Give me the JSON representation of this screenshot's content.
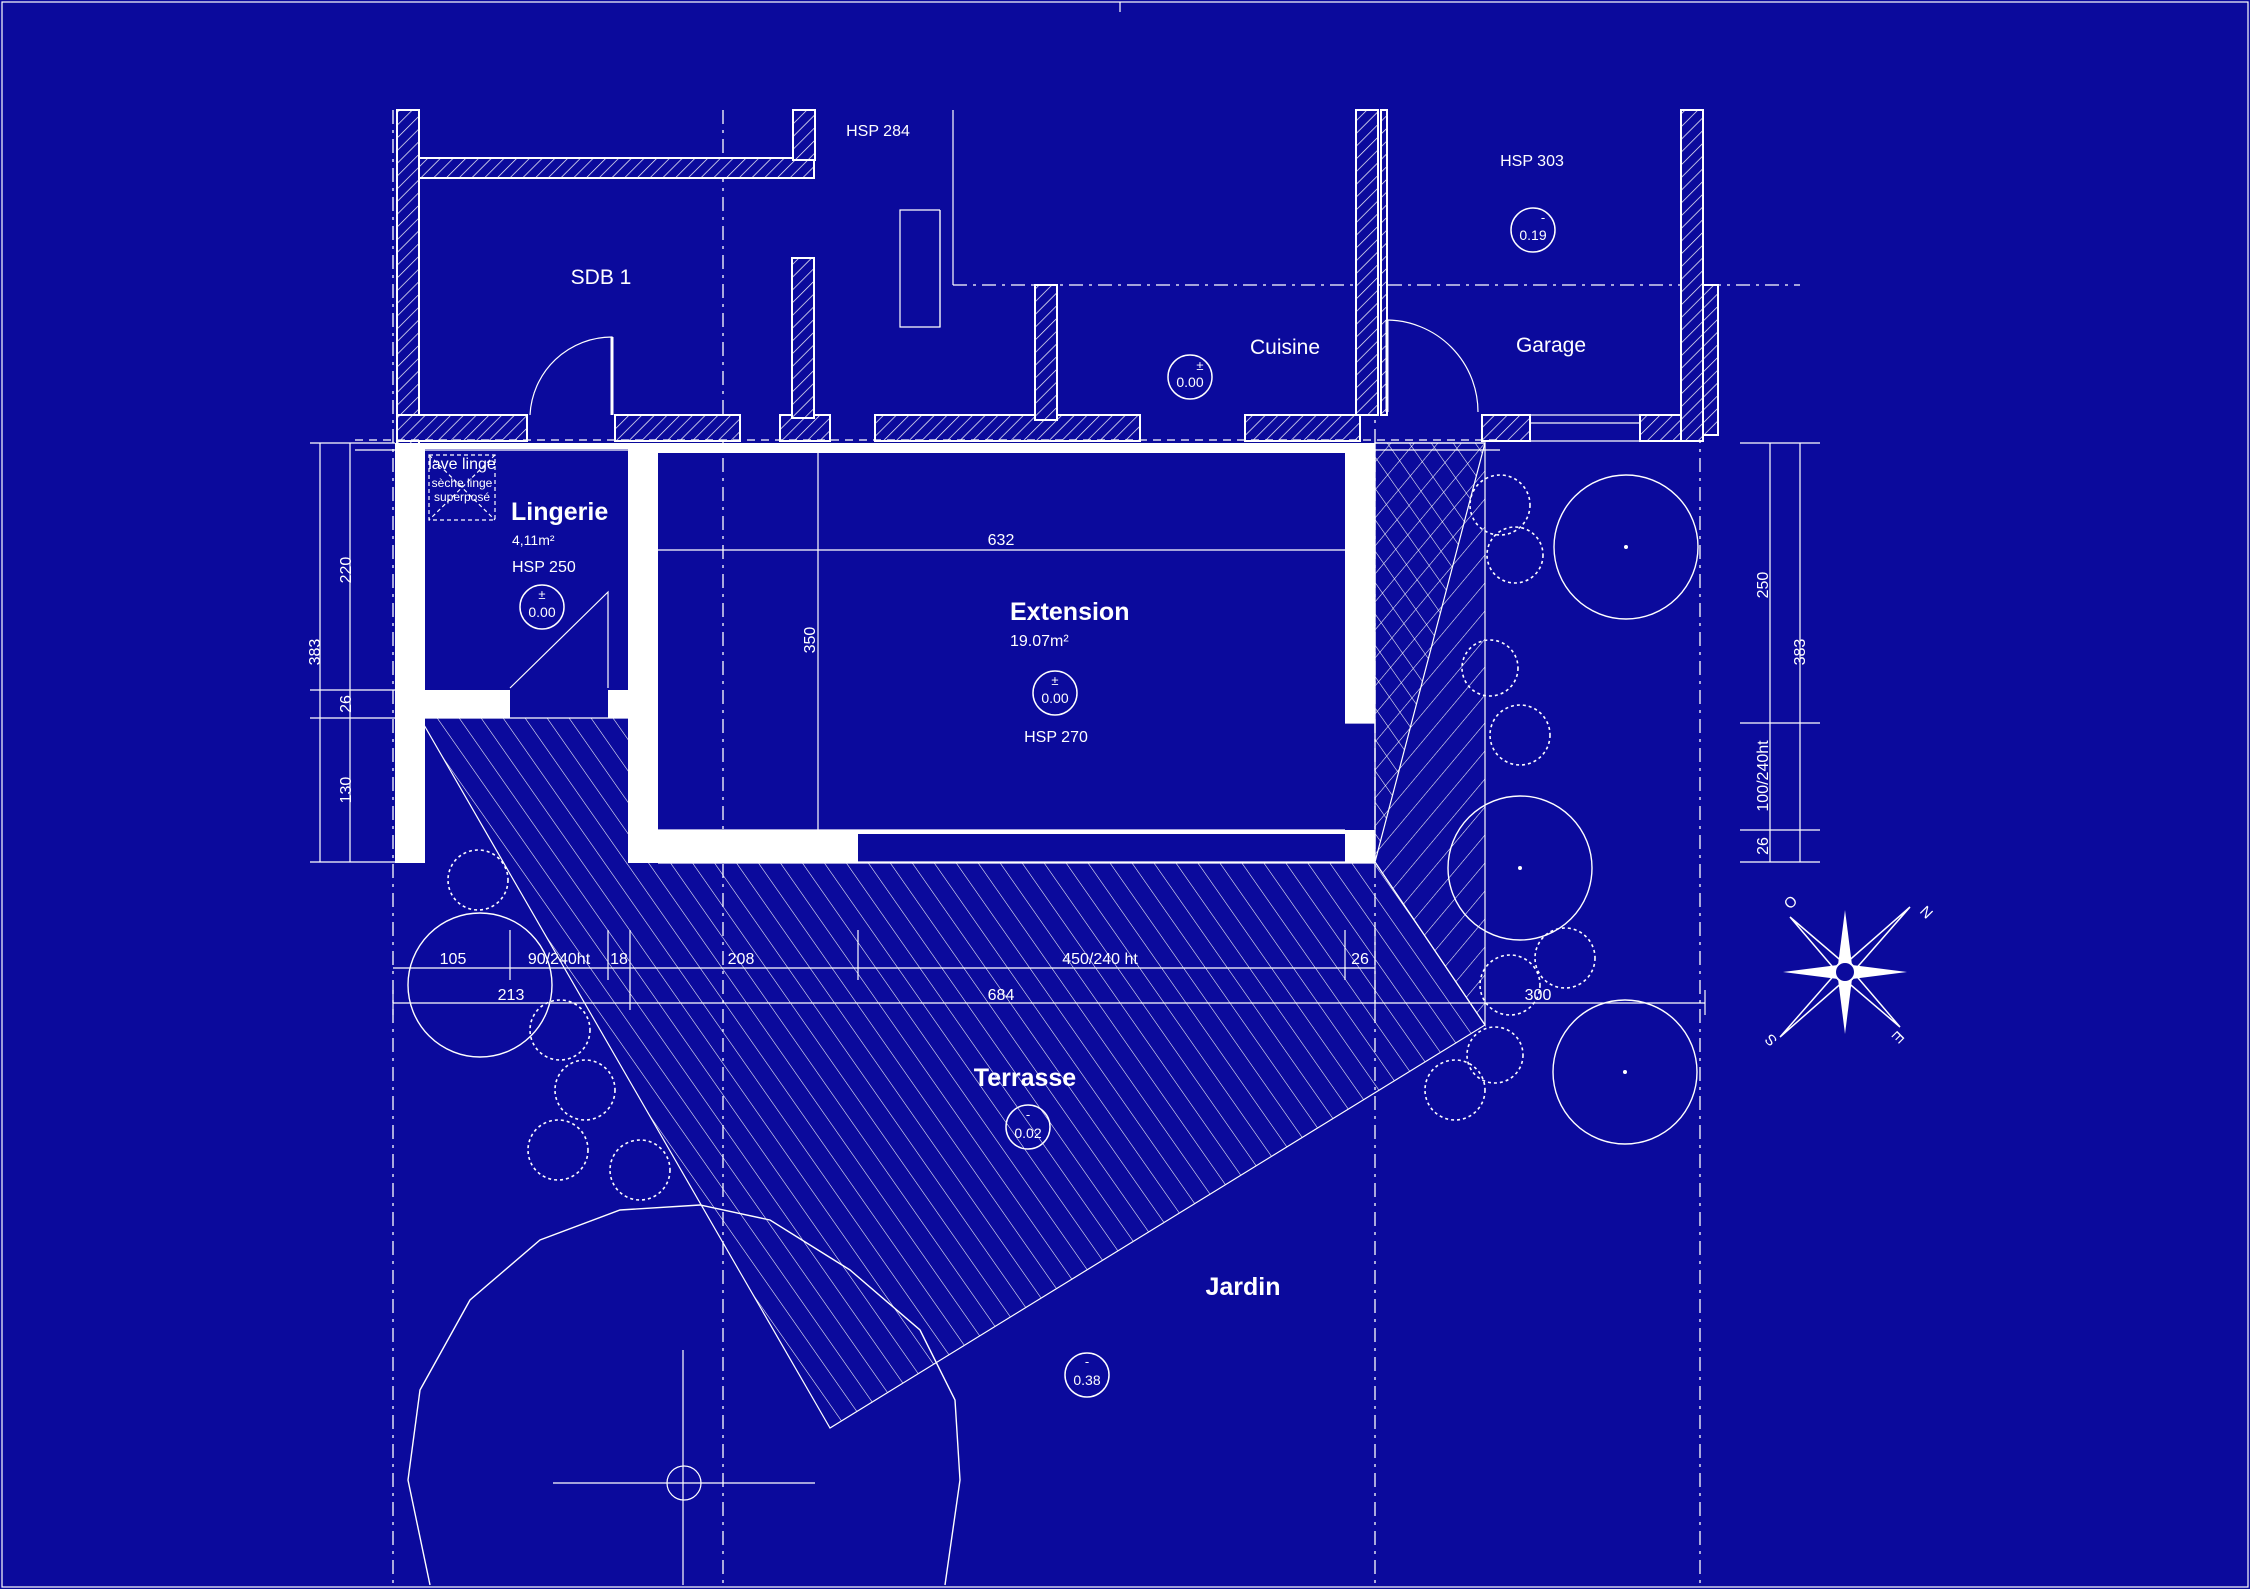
{
  "rooms": {
    "sdb1": "SDB 1",
    "cuisine": "Cuisine",
    "garage": "Garage",
    "lingerie": {
      "name": "Lingerie",
      "area": "4,11m²",
      "hsp": "HSP 250",
      "level_sign": "±",
      "level": "0.00"
    },
    "extension": {
      "name": "Extension",
      "area": "19.07m²",
      "hsp": "HSP 270",
      "level_sign": "±",
      "level": "0.00"
    },
    "terrasse": {
      "name": "Terrasse",
      "level_sign": "-",
      "level": "0.02"
    },
    "jardin": {
      "name": "Jardin",
      "level_sign": "-",
      "level": "0.38"
    }
  },
  "hsp_labels": {
    "top_center": "HSP 284",
    "garage": "HSP 303"
  },
  "levels": {
    "cuisine": {
      "sign": "±",
      "value": "0.00"
    },
    "garage": {
      "sign": "-",
      "value": "0.19"
    }
  },
  "appliance": {
    "line1": "lave linge",
    "line2": "sèche linge",
    "line3": "superposé"
  },
  "dimensions": {
    "left_total": "383",
    "left_a": "220",
    "left_b": "26",
    "left_c": "130",
    "inner_height": "350",
    "inner_width": "632",
    "right_a": "250",
    "right_total": "383",
    "right_b": "100/240ht",
    "right_c": "26",
    "row1": [
      "105",
      "90/240ht",
      "18",
      "208",
      "450/240 ht",
      "26"
    ],
    "row2": [
      "213",
      "684",
      "300"
    ]
  },
  "compass": {
    "north": "N",
    "east": "E",
    "south": "S",
    "west": "O"
  }
}
